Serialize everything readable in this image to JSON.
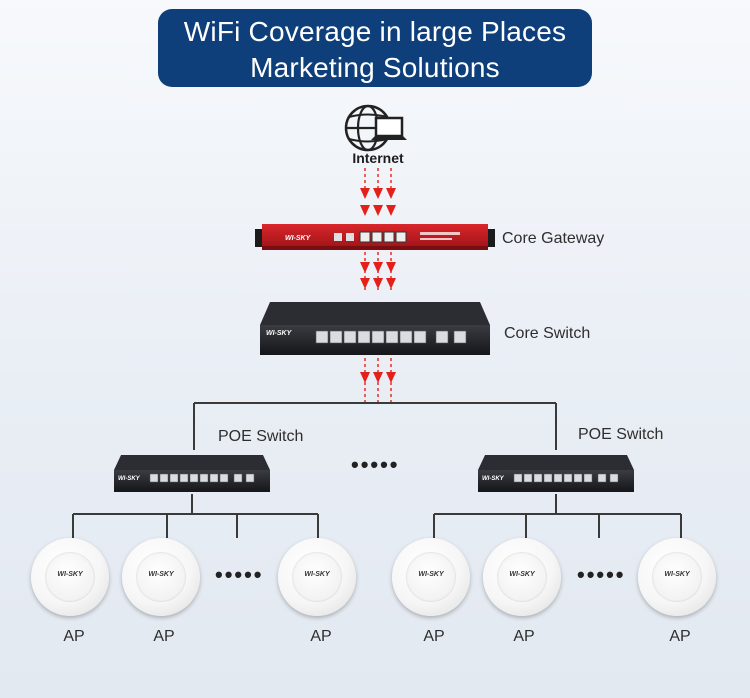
{
  "title": {
    "line1": "WiFi Coverage in large Places",
    "line2": "Marketing Solutions"
  },
  "nodes": {
    "internet": "Internet",
    "core_gateway": "Core Gateway",
    "core_switch": "Core Switch",
    "poe_switch_left": "POE Switch",
    "poe_switch_right": "POE Switch",
    "ellipsis_middle": "•••••",
    "ellipsis_left_aps": "•••••",
    "ellipsis_right_aps": "•••••"
  },
  "access_points": {
    "left": [
      "AP",
      "AP",
      "AP"
    ],
    "right": [
      "AP",
      "AP",
      "AP"
    ]
  },
  "device_logo": "WI-SKY",
  "colors": {
    "title_bg": "#0e3f7a",
    "arrow": "#e4201b",
    "line": "#3a3a3a"
  }
}
